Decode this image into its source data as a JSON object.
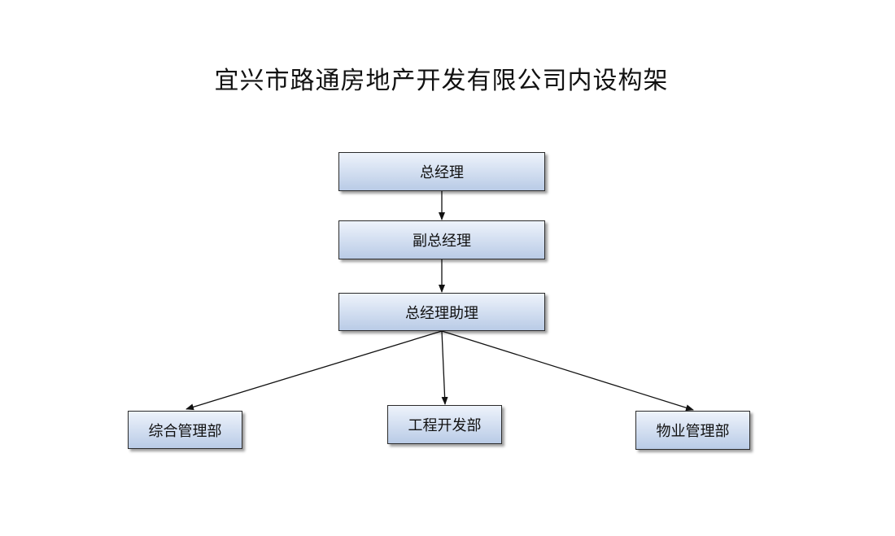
{
  "title": "宜兴市路通房地产开发有限公司内设构架",
  "nodes": {
    "general_manager": "总经理",
    "deputy_general_manager": "副总经理",
    "assistant_general_manager": "总经理助理",
    "admin_dept": "综合管理部",
    "engineering_dept": "工程开发部",
    "property_dept": "物业管理部"
  }
}
